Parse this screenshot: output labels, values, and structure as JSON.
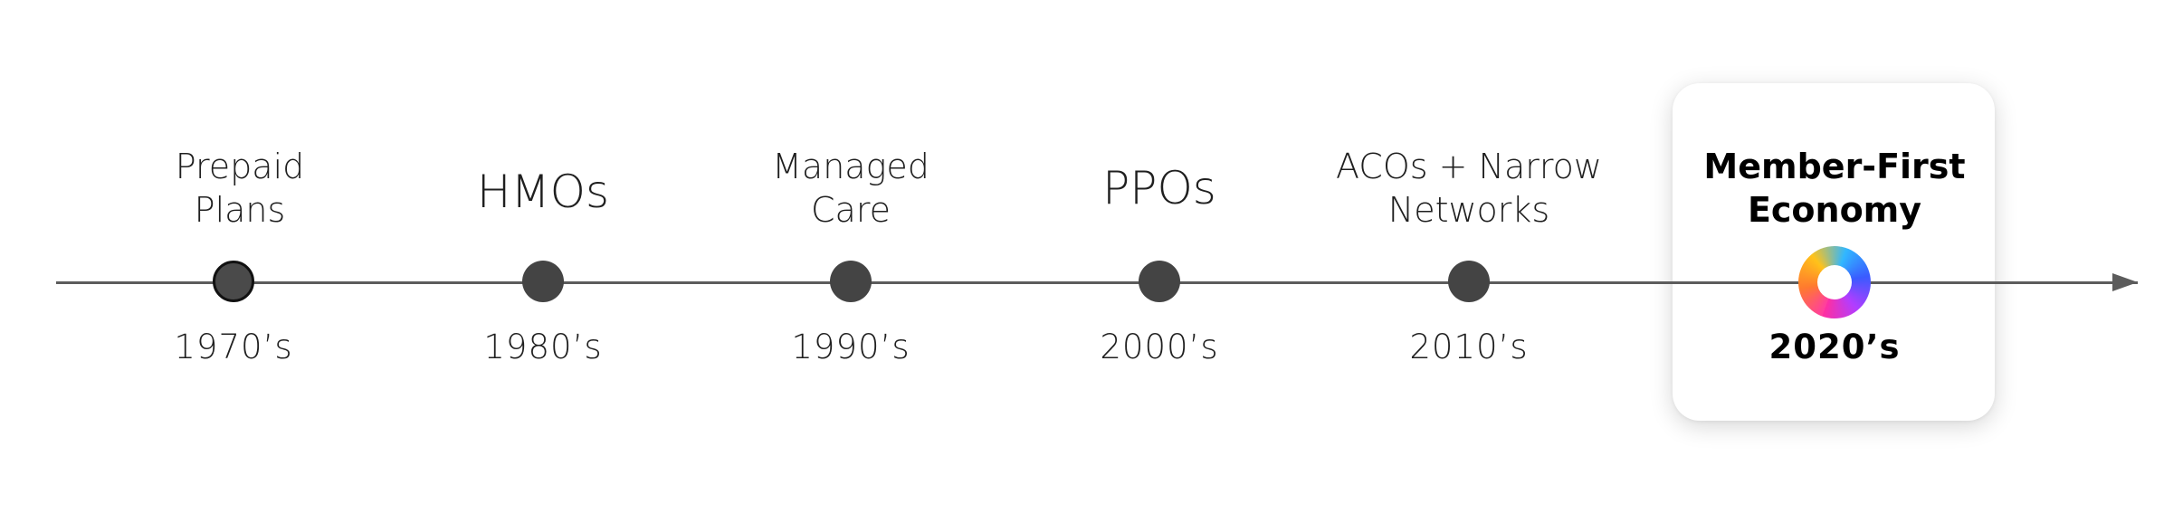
{
  "timeline": {
    "eras": [
      {
        "label_line1": "Prepaid",
        "label_line2": "Plans",
        "year": "1970’s"
      },
      {
        "label": "HMOs",
        "year": "1980’s"
      },
      {
        "label_line1": "Managed",
        "label_line2": "Care",
        "year": "1990’s"
      },
      {
        "label": "PPOs",
        "year": "2000’s"
      },
      {
        "label_line1": "ACOs + Narrow",
        "label_line2": "Networks",
        "year": "2010’s"
      },
      {
        "label_line1": "Member-First",
        "label_line2": "Economy",
        "year": "2020’s"
      }
    ],
    "colors": {
      "line": "#5c5c5c",
      "dot": "#444444",
      "brand_ring": [
        "#ff3da1",
        "#ff7a2e",
        "#ffc21a",
        "#31b7ff",
        "#3a5bff",
        "#b23dff"
      ]
    },
    "icons": {
      "featured_marker": "brand-ring-icon",
      "axis_end": "arrow-right-icon"
    }
  }
}
